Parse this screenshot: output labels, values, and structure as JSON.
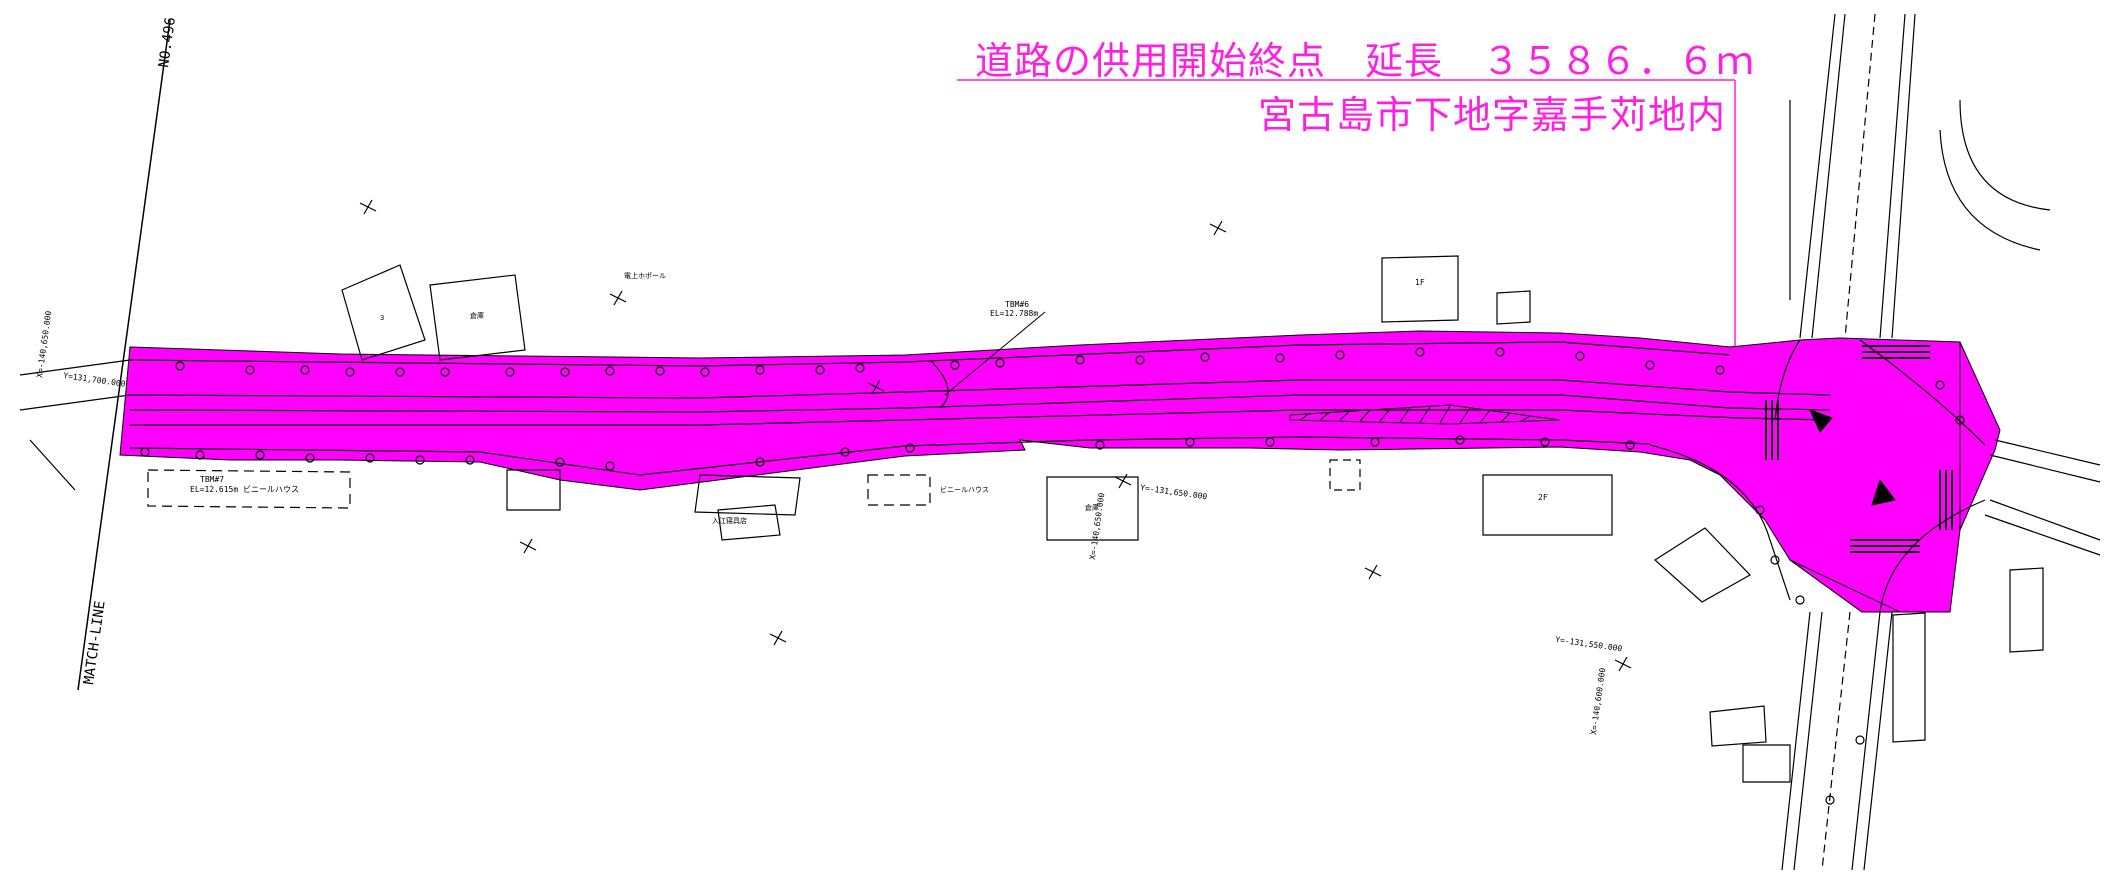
{
  "header": {
    "title_line1": "道路の供用開始終点　延長　３５８６．６ｍ",
    "title_line2": "宮古島市下地字嘉手苅地内"
  },
  "labels": {
    "station": "NO.496",
    "match_line": "MATCH-LINE",
    "coord_x_left": "X=-140,650.000",
    "coord_y_left": "Y=131,700.000",
    "coord_y_mid": "Y=-131,650.000",
    "coord_x_mid": "X=-140,650.000",
    "coord_y_right": "Y=-131,550.000",
    "coord_x_right": "X=-140,600.000",
    "tbm7": "TBM#7",
    "tbm7_el": "EL=12.615m ビニールハウス",
    "tbm6": "TBM#6",
    "tbm6_el": "EL=12.788m",
    "bldg_souko": "倉庫",
    "bldg_2f": "2F",
    "bldg_1f": "1F",
    "bldg_3": "3",
    "irie": "入江寝具店",
    "vinyl": "ビニールハウス",
    "densha_pole": "電上ホポール"
  },
  "colors": {
    "road_fill": "#ff00ff",
    "title_text": "#ff1fe0",
    "linework": "#000000"
  }
}
